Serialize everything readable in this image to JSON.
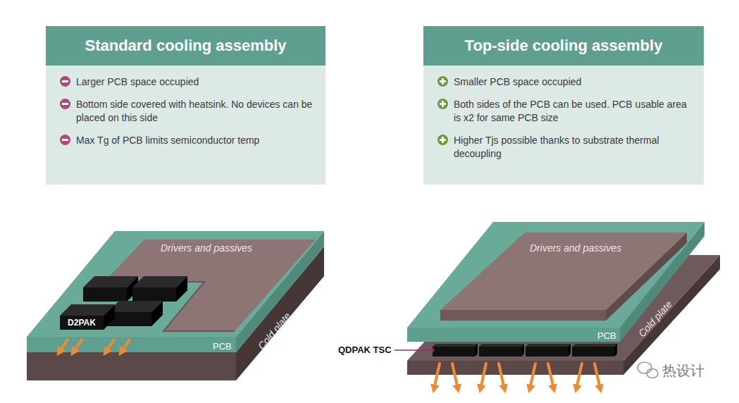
{
  "diagram": {
    "nodes": [
      {
        "text": [
          "Standard cooling assembly",
          "Larger PCB space occupied",
          "Bottom side covered with heatsink. No devices can be placed on this side",
          "Max Tg of PCB limits semiconductor temp"
        ]
      },
      {
        "text": [
          "Top-side cooling assembly",
          "Smaller PCB space occupied",
          "Both sides of the PCB can be used. PCB usable area is x2 for same PCB size",
          "Higher Tjs possible thanks to substrate thermal decoupling"
        ]
      },
      {
        "text": [
          "Drivers and passives"
        ]
      },
      {
        "text": [
          "PCB"
        ]
      },
      {
        "text": [
          "Cold plate"
        ]
      },
      {
        "text": [
          "D2PAK"
        ]
      },
      {
        "text": [
          "Drivers and passives"
        ]
      },
      {
        "text": [
          "PCB"
        ]
      },
      {
        "text": [
          "Cold plate"
        ]
      }
    ],
    "labels": [
      "QDPAK TSC",
      "热设计"
    ]
  }
}
